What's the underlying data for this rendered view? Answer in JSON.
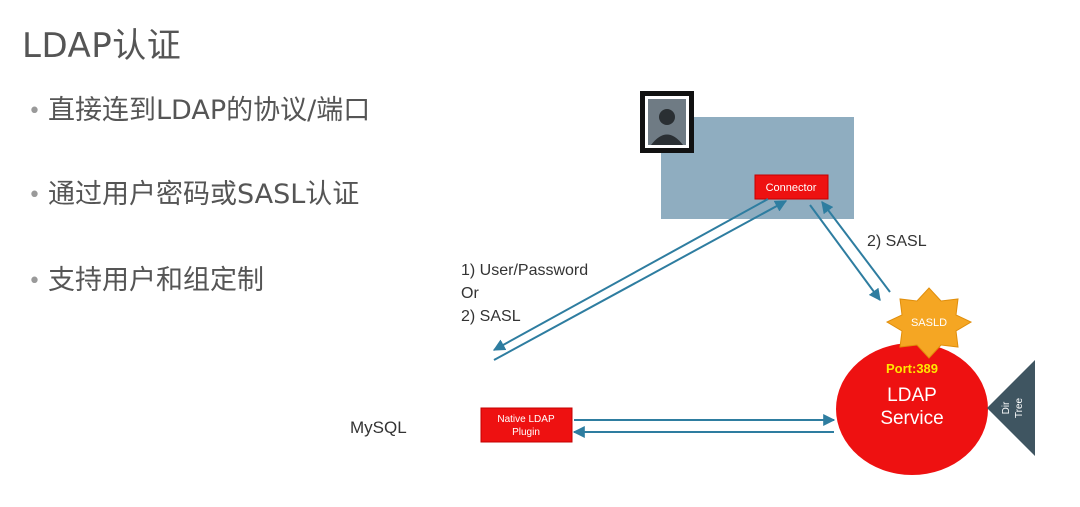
{
  "slide": {
    "title": "LDAP认证",
    "bullets": [
      "直接连到LDAP的协议/端口",
      "通过用户密码或SASL认证",
      "支持用户和组定制"
    ]
  },
  "diagram": {
    "connector_label": "Connector",
    "arrow_left_label": [
      "1) User/Password",
      "Or",
      "2) SASL"
    ],
    "arrow_right_label": "2) SASL",
    "sasld_label": "SASLD",
    "port_label": "Port:389",
    "service_label": [
      "LDAP",
      "Service"
    ],
    "dir_tree_label": [
      "Dir",
      "Tree"
    ],
    "mysql_label": "MySQL",
    "plugin_label": [
      "Native LDAP",
      "Plugin"
    ],
    "colors": {
      "arrow": "#2e7da0",
      "red": "#ee1111",
      "sasld": "#f5a623",
      "client_box": "#8fadc0",
      "dir_tree": "#3f5561",
      "port": "#ffe600"
    }
  }
}
